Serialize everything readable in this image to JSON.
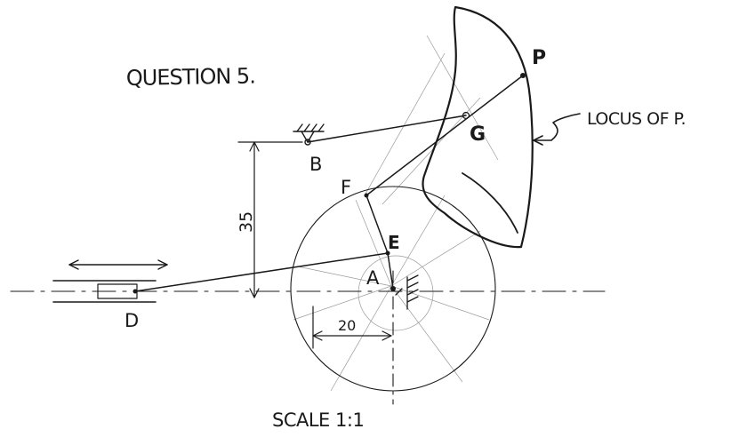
{
  "title": "QUESTION 5.",
  "scale": "SCALE 1:1",
  "locus_label": "LOCUS OF P.",
  "points": {
    "A": "A",
    "B": "B",
    "D": "D",
    "E": "E",
    "F": "F",
    "G": "G",
    "P": "P"
  },
  "dimensions": {
    "vertical": "35",
    "horizontal": "20"
  }
}
